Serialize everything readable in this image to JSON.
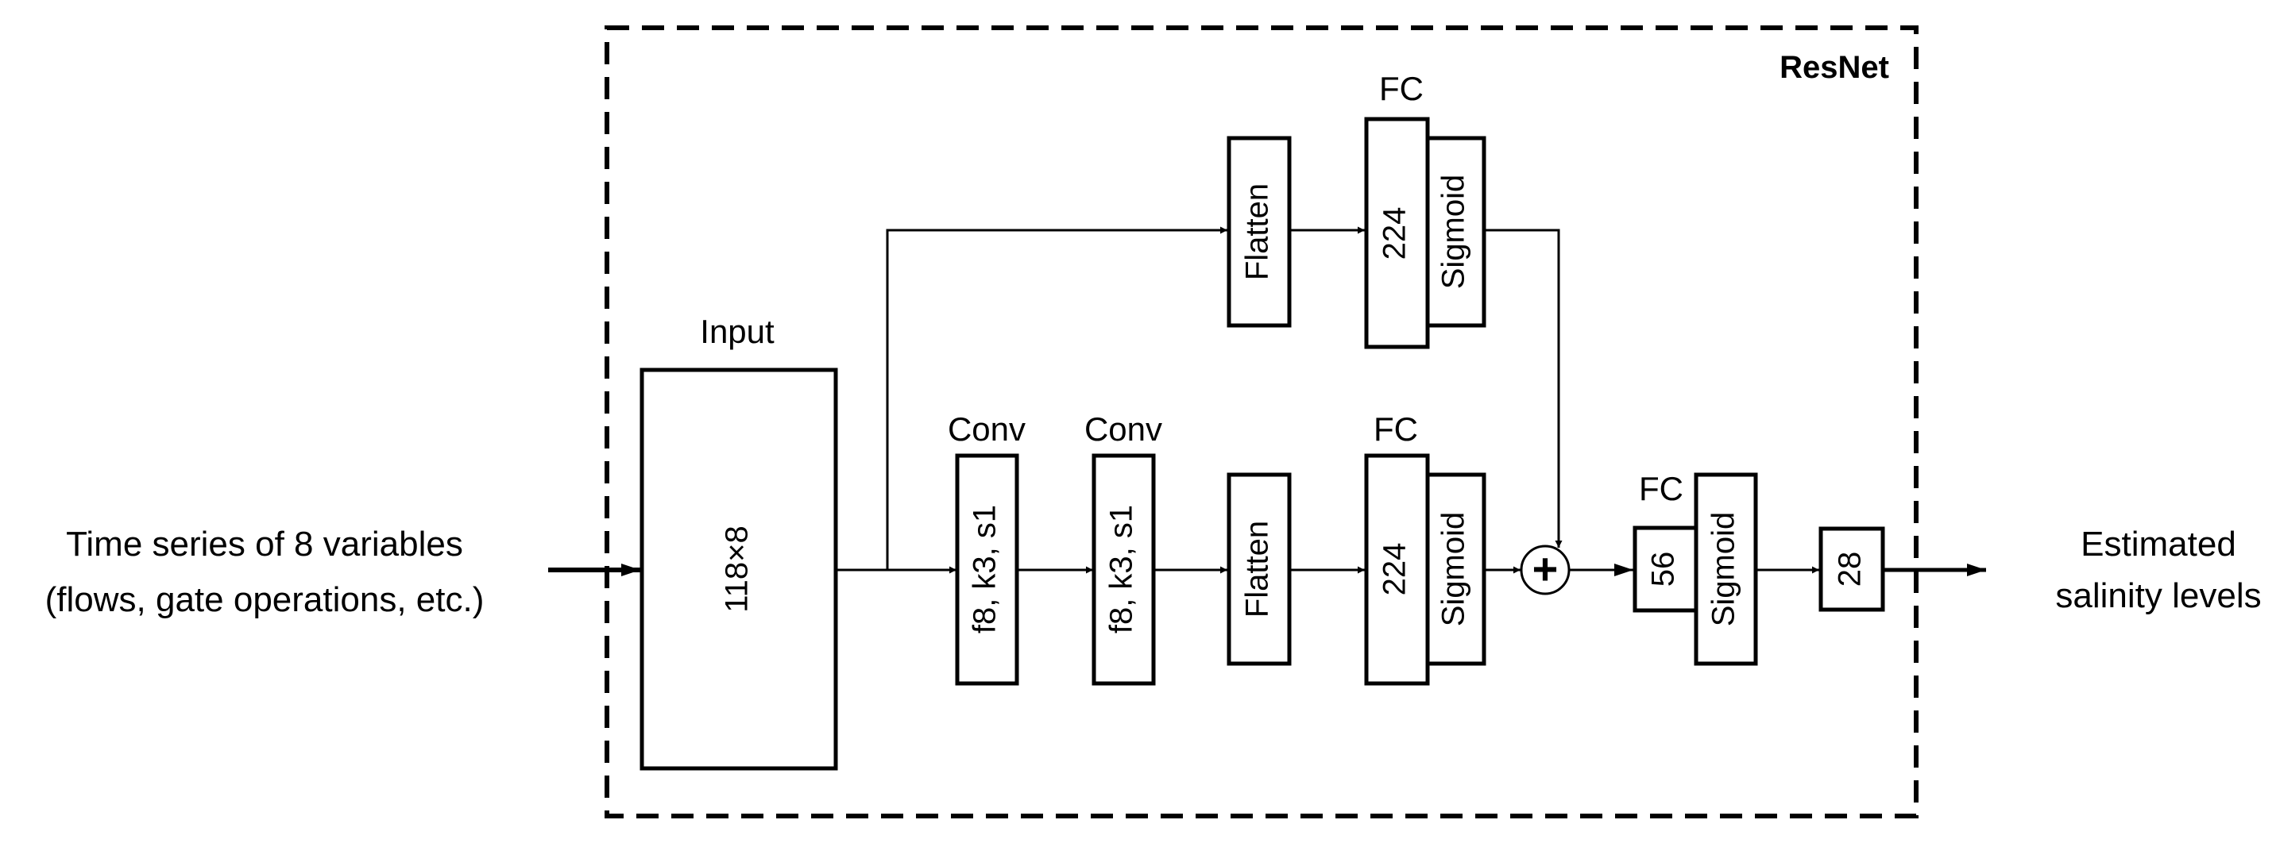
{
  "left_label": {
    "line1": "Time series of 8 variables",
    "line2": "(flows, gate operations, etc.)"
  },
  "right_label": {
    "line1": "Estimated",
    "line2": "salinity levels"
  },
  "frame_title": "ResNet",
  "input_block": {
    "header": "Input",
    "shape": "118×8"
  },
  "conv1": {
    "header": "Conv",
    "params": "f8, k3, s1"
  },
  "conv2": {
    "header": "Conv",
    "params": "f8, k3, s1"
  },
  "flatten_top": "Flatten",
  "flatten_bottom": "Flatten",
  "fc_top": {
    "header": "FC",
    "units": "224",
    "activation": "Sigmoid"
  },
  "fc_bottom": {
    "header": "FC",
    "units": "224",
    "activation": "Sigmoid"
  },
  "fc_final": {
    "header": "FC",
    "units": "56",
    "activation": "Sigmoid"
  },
  "output_block": "28",
  "add_symbol": "+"
}
